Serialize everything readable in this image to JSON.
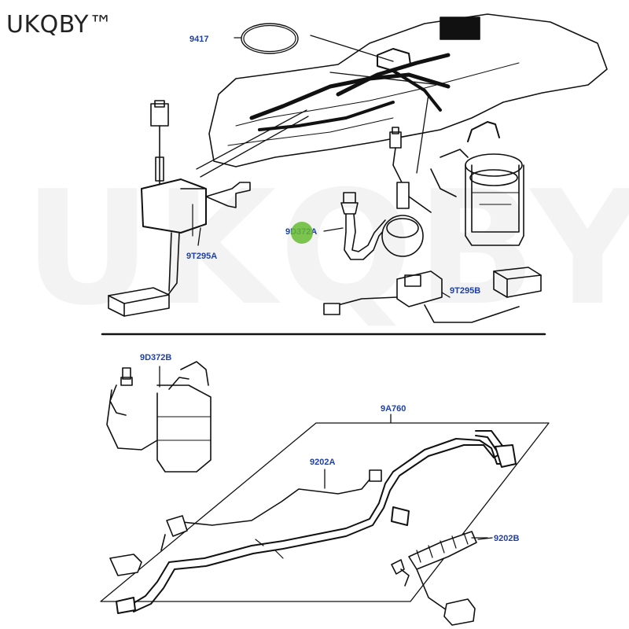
{
  "brand": {
    "text": "UKQBY™",
    "watermark_text": "UKQBY™"
  },
  "callouts": {
    "c9417": "9417",
    "c9T295A": "9T295A",
    "c9D372A": "9D372A",
    "c9T295B": "9T295B",
    "c9D372B": "9D372B",
    "c9A760": "9A760",
    "c9202A": "9202A",
    "c9202B": "9202B"
  },
  "colors": {
    "label": "#1f3fa8",
    "line": "#111111",
    "cursor": "#66bb33"
  }
}
